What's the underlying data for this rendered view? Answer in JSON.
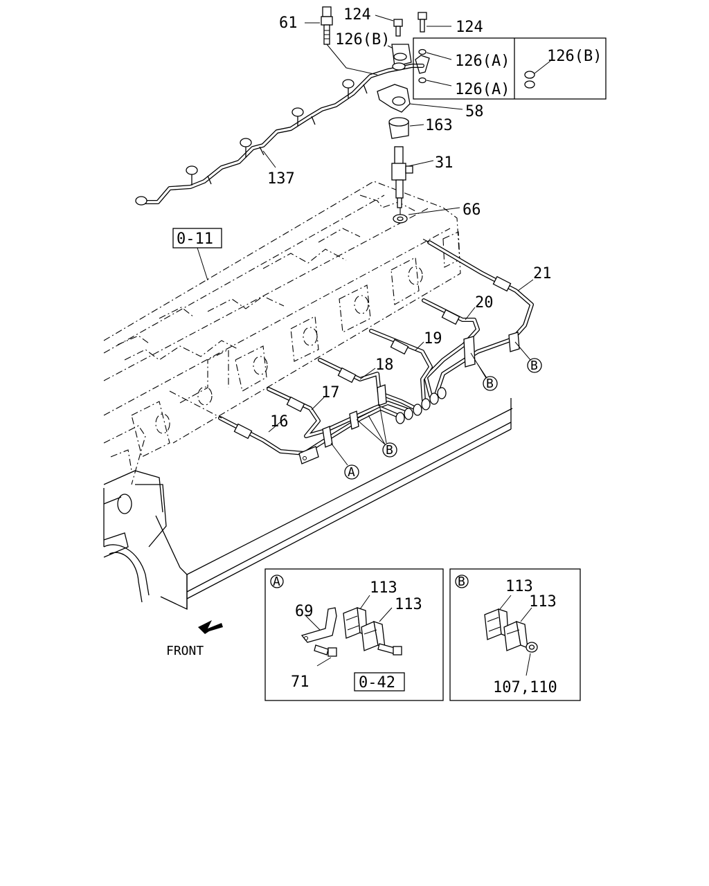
{
  "callouts": {
    "c61": "61",
    "c124a": "124",
    "c124b": "124",
    "c126b": "126(B)",
    "c126a1": "126(A)",
    "c126a2": "126(A)",
    "c126b_box": "126(B)",
    "c58": "58",
    "c163": "163",
    "c31": "31",
    "c137": "137",
    "c66": "66",
    "c21": "21",
    "c20": "20",
    "c19": "19",
    "c18": "18",
    "c17": "17",
    "c16": "16"
  },
  "references": {
    "ref_0_11": "0-11",
    "ref_0_42": "0-42"
  },
  "markers": {
    "a": "A",
    "b": "B"
  },
  "detail_a": {
    "c113_1": "113",
    "c113_2": "113",
    "c69": "69",
    "c71": "71"
  },
  "detail_b": {
    "c113_1": "113",
    "c113_2": "113",
    "c107_110": "107,110"
  },
  "front_label": "FRONT"
}
